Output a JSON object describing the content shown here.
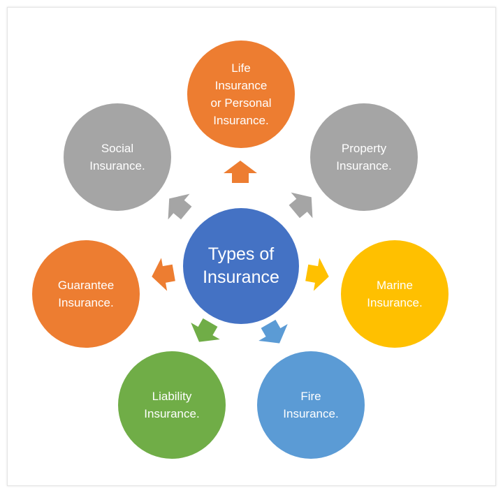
{
  "diagram": {
    "center": {
      "label": "Types of\nInsurance",
      "color": "#4472c4"
    },
    "nodes": {
      "life": {
        "label": "Life\nInsurance\nor Personal\nInsurance.",
        "color": "#ed7d31"
      },
      "property": {
        "label": "Property\nInsurance.",
        "color": "#a5a5a5"
      },
      "marine": {
        "label": "Marine\nInsurance.",
        "color": "#ffc000"
      },
      "fire": {
        "label": "Fire\nInsurance.",
        "color": "#5b9bd5"
      },
      "liability": {
        "label": "Liability\nInsurance.",
        "color": "#70ad47"
      },
      "guarantee": {
        "label": "Guarantee\nInsurance.",
        "color": "#ed7d31"
      },
      "social": {
        "label": "Social\nInsurance.",
        "color": "#a5a5a5"
      }
    }
  }
}
